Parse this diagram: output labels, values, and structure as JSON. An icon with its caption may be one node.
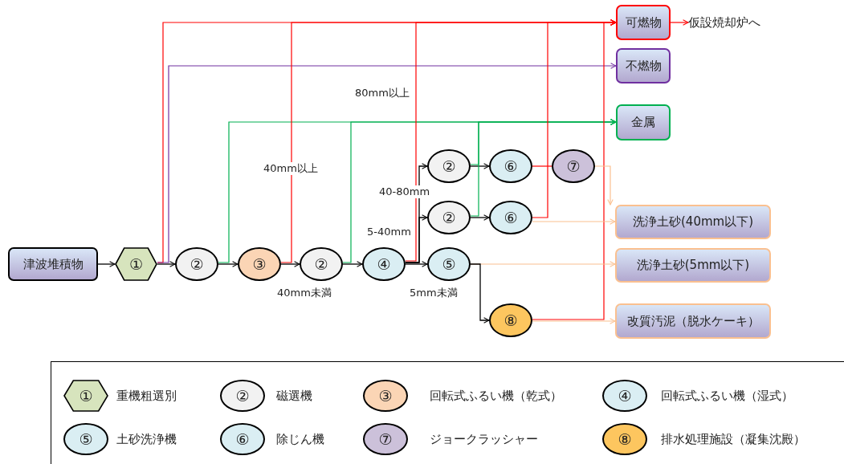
{
  "diagram": {
    "nodes": [
      {
        "text": [
          "津波堆積物"
        ]
      },
      {
        "text": [
          "①"
        ]
      },
      {
        "text": [
          "②"
        ]
      },
      {
        "text": [
          "③"
        ]
      },
      {
        "text": [
          "②"
        ]
      },
      {
        "text": [
          "④"
        ]
      },
      {
        "text": [
          "②"
        ]
      },
      {
        "text": [
          "⑥"
        ]
      },
      {
        "text": [
          "⑦"
        ]
      },
      {
        "text": [
          "②"
        ]
      },
      {
        "text": [
          "⑥"
        ]
      },
      {
        "text": [
          "⑤"
        ]
      },
      {
        "text": [
          "⑧"
        ]
      },
      {
        "text": [
          "可燃物"
        ]
      },
      {
        "text": [
          "不燃物"
        ]
      },
      {
        "text": [
          "金属"
        ]
      },
      {
        "text": [
          "洗浄土砂(40mm以下)"
        ]
      },
      {
        "text": [
          "洗浄土砂(5mm以下)"
        ]
      },
      {
        "text": [
          "改質汚泥（脱水ケーキ）"
        ]
      },
      {
        "text": [
          "仮設焼却炉へ"
        ]
      },
      {
        "text": [
          "①"
        ],
        "beside": [
          "重機粗選別"
        ]
      },
      {
        "text": [
          "②"
        ],
        "beside": [
          "磁選機"
        ]
      },
      {
        "text": [
          "③"
        ],
        "beside": [
          "回転式ふるい機（乾式）"
        ]
      },
      {
        "text": [
          "④"
        ],
        "beside": [
          "回転式ふるい機（湿式）"
        ]
      },
      {
        "text": [
          "⑤"
        ],
        "beside": [
          "土砂洗浄機"
        ]
      },
      {
        "text": [
          "⑥"
        ],
        "beside": [
          "除じん機"
        ]
      },
      {
        "text": [
          "⑦"
        ],
        "beside": [
          "ジョークラッシャー"
        ]
      },
      {
        "text": [
          "⑧"
        ],
        "beside": [
          "排水処理施設（凝集沈殿）"
        ]
      }
    ],
    "edges": [
      {
        "from": 0,
        "to": 1,
        "arrow": "to"
      },
      {
        "from": 1,
        "to": 2,
        "arrow": "to"
      },
      {
        "from": 2,
        "to": 3,
        "arrow": "to"
      },
      {
        "from": 3,
        "to": 4,
        "arrow": "to",
        "label": "40mm未満"
      },
      {
        "from": 4,
        "to": 5,
        "arrow": "to"
      },
      {
        "from": 5,
        "to": 6,
        "arrow": "to",
        "label": "40-80mm"
      },
      {
        "from": 5,
        "to": 9,
        "arrow": "to",
        "label": "5-40mm"
      },
      {
        "from": 5,
        "to": 11,
        "arrow": "to",
        "label": "5mm未満"
      },
      {
        "from": 6,
        "to": 7,
        "arrow": "to"
      },
      {
        "from": 9,
        "to": 10,
        "arrow": "to"
      },
      {
        "from": 7,
        "to": 8,
        "arrow": "none",
        "color": "#ff0000"
      },
      {
        "from": 1,
        "to": 13,
        "arrow": "to",
        "color": "#ff0000"
      },
      {
        "from": 1,
        "to": 14,
        "arrow": "to",
        "color": "#7030a0"
      },
      {
        "from": 2,
        "to": 15,
        "arrow": "to",
        "color": "#00b050"
      },
      {
        "from": 3,
        "to": 13,
        "arrow": "to",
        "color": "#ff0000",
        "label": "40mm以上"
      },
      {
        "from": 4,
        "to": 15,
        "arrow": "to",
        "color": "#00b050"
      },
      {
        "from": 5,
        "to": 13,
        "arrow": "to",
        "color": "#ff0000",
        "label": "80mm以上"
      },
      {
        "from": 6,
        "to": 15,
        "arrow": "to",
        "color": "#00b050"
      },
      {
        "from": 9,
        "to": 15,
        "arrow": "to",
        "color": "#00b050"
      },
      {
        "from": 10,
        "to": 13,
        "arrow": "to",
        "color": "#ff0000"
      },
      {
        "from": 12,
        "to": 13,
        "arrow": "to",
        "color": "#ff0000"
      },
      {
        "from": 8,
        "to": 16,
        "arrow": "to",
        "color": "#fac090"
      },
      {
        "from": 10,
        "to": 16,
        "arrow": "to",
        "color": "#fac090"
      },
      {
        "from": 11,
        "to": 17,
        "arrow": "to",
        "color": "#fac090"
      },
      {
        "from": 11,
        "to": 12,
        "arrow": "to"
      },
      {
        "from": 12,
        "to": 18,
        "arrow": "to",
        "color": "#fac090"
      },
      {
        "from": 13,
        "to": 19,
        "arrow": "to",
        "color": "#ff0000"
      }
    ]
  }
}
